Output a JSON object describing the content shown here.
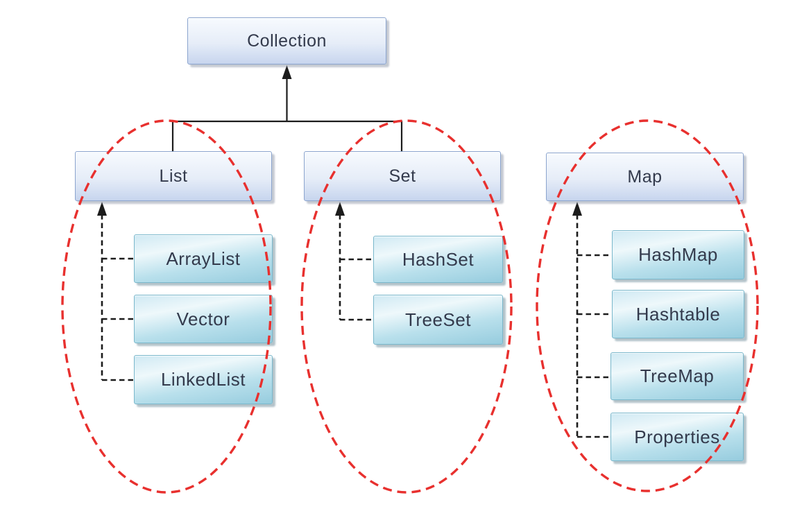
{
  "nodes": {
    "collection": {
      "label": "Collection"
    },
    "list": {
      "label": "List"
    },
    "set": {
      "label": "Set"
    },
    "map": {
      "label": "Map"
    },
    "arraylist": {
      "label": "ArrayList"
    },
    "vector": {
      "label": "Vector"
    },
    "linkedlist": {
      "label": "LinkedList"
    },
    "hashset": {
      "label": "HashSet"
    },
    "treeset": {
      "label": "TreeSet"
    },
    "hashmap": {
      "label": "HashMap"
    },
    "hashtable": {
      "label": "Hashtable"
    },
    "treemap": {
      "label": "TreeMap"
    },
    "properties": {
      "label": "Properties"
    }
  },
  "hierarchy": {
    "root": "Collection",
    "branches": [
      {
        "parent": "List",
        "linked_to_root": true,
        "children": [
          "ArrayList",
          "Vector",
          "LinkedList"
        ]
      },
      {
        "parent": "Set",
        "linked_to_root": true,
        "children": [
          "HashSet",
          "TreeSet"
        ]
      },
      {
        "parent": "Map",
        "linked_to_root": false,
        "children": [
          "HashMap",
          "Hashtable",
          "TreeMap",
          "Properties"
        ]
      }
    ],
    "group_ellipses": [
      "List group",
      "Set group",
      "Map group"
    ],
    "edge_styles": {
      "parent_to_root": "solid black line with upward arrowhead",
      "child_to_parent": "dashed black line with upward arrowhead"
    }
  },
  "colors": {
    "background": "#ffffff",
    "parent_top": "#f7fafe",
    "parent_bottom": "#c7d5ee",
    "parent_border": "#8ba4ce",
    "child_top": "#cfe9f3",
    "child_mid": "#eef8fb",
    "child_mid2": "#b9e0ec",
    "child_bottom": "#96ccde",
    "child_border": "#79b7cb",
    "connector": "#1c1c1c",
    "ellipse": "#e8302e",
    "label": "#333a4c"
  }
}
